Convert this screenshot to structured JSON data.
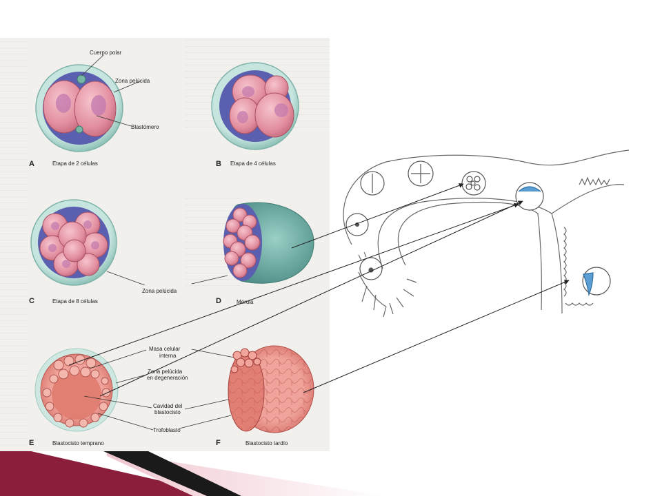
{
  "panels": [
    {
      "letter": "A",
      "caption": "Etapa de 2 células"
    },
    {
      "letter": "B",
      "caption": "Etapa de 4 células"
    },
    {
      "letter": "C",
      "caption": "Etapa de 8 células"
    },
    {
      "letter": "D",
      "caption": "Mórula"
    },
    {
      "letter": "E",
      "caption": "Blastocisto temprano"
    },
    {
      "letter": "F",
      "caption": "Blastocisto tardío"
    }
  ],
  "labels": {
    "cuerpo_polar": "Cuerpo polar",
    "zona_pelucida": "Zona pelúcida",
    "blastomero": "Blastómero",
    "zona_pelucida_cd": "Zona pelúcida",
    "masa_line1": "Masa celular",
    "masa_line2": "interna",
    "zona_deg_line1": "Zona pelúcida",
    "zona_deg_line2": "en degeneración",
    "cavidad_line1": "Cavidad del",
    "cavidad_line2": "blastocisto",
    "trofoblasto": "Trofoblasto"
  },
  "colors": {
    "zona": "#b9dcd5",
    "perivitelline": "#5a5fb0",
    "cell": "#e79aaa",
    "cell_edge": "#b05566",
    "nucleus": "#c77ab8",
    "polar_body": "#79b8a8",
    "blastocyst": "#e58a80",
    "inner_mass": "#4f8fc9",
    "tube_line": "#6b6b6b",
    "slide_bar_dark": "#1a1a1a",
    "slide_bar_accent": "#8b1e3a",
    "slide_bar_pink": "#f0c6cf"
  }
}
